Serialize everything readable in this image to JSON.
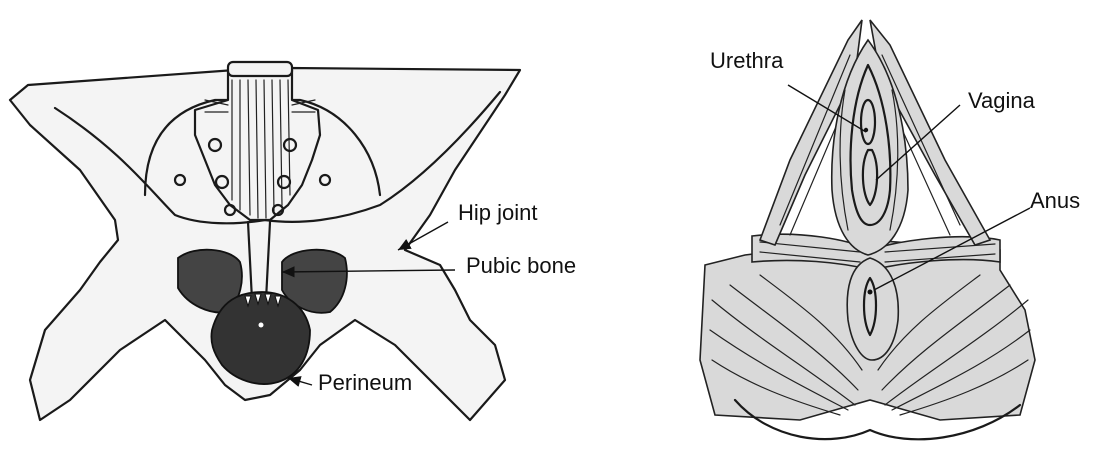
{
  "pelvis": {
    "labels": {
      "hip_joint": "Hip joint",
      "pubic_bone": "Pubic bone",
      "perineum": "Perineum"
    }
  },
  "floor": {
    "labels": {
      "urethra": "Urethra",
      "vagina": "Vagina",
      "anus": "Anus"
    }
  }
}
